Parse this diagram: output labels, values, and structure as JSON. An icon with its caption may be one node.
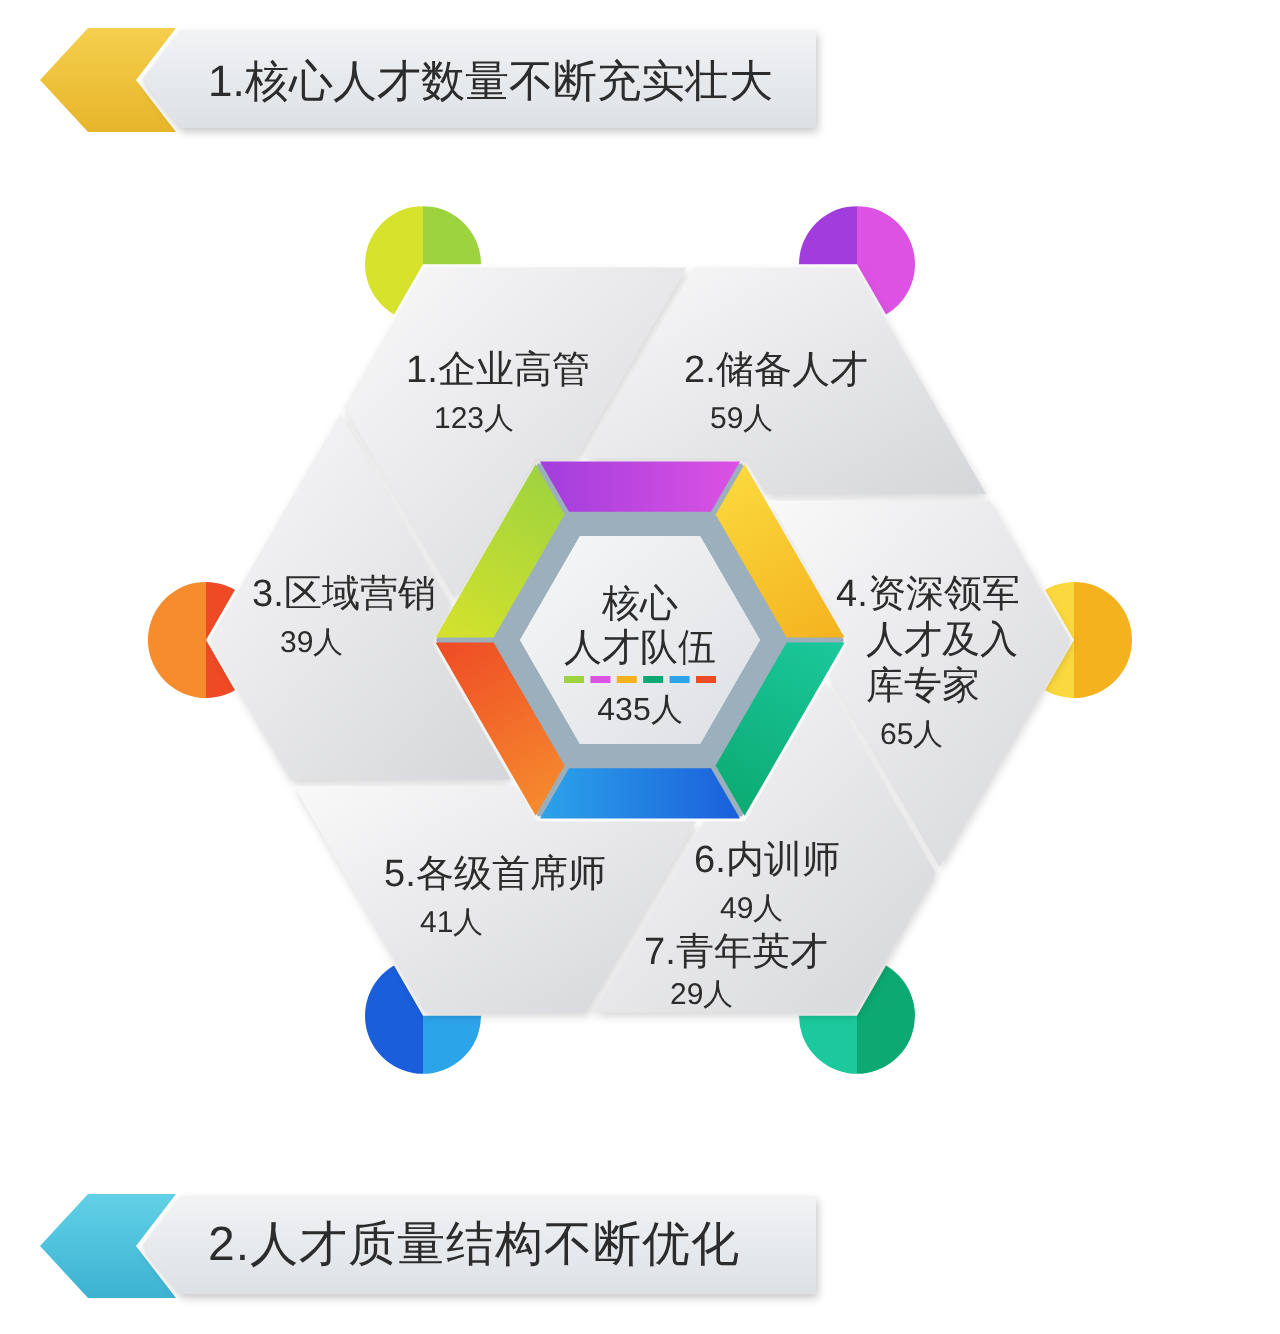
{
  "diagram": {
    "nodes": [
      {
        "text": [
          "1.核心人才数量不断充实壮大"
        ]
      },
      {
        "text": [
          "1.企业高管",
          "123人"
        ]
      },
      {
        "text": [
          "2.储备人才",
          "59人"
        ]
      },
      {
        "text": [
          "3.区域营销",
          "39人"
        ]
      },
      {
        "text": [
          "核心人才队伍",
          "435人"
        ]
      },
      {
        "text": [
          "4.资深领军人才及入库专家",
          "65人"
        ]
      },
      {
        "text": [
          "5.各级首席师",
          "41人"
        ]
      },
      {
        "text": [
          "6.内训师",
          "49人",
          "7.青年英才",
          "29人"
        ]
      },
      {
        "text": [
          "2.人才质量结构不断优化"
        ]
      }
    ]
  }
}
